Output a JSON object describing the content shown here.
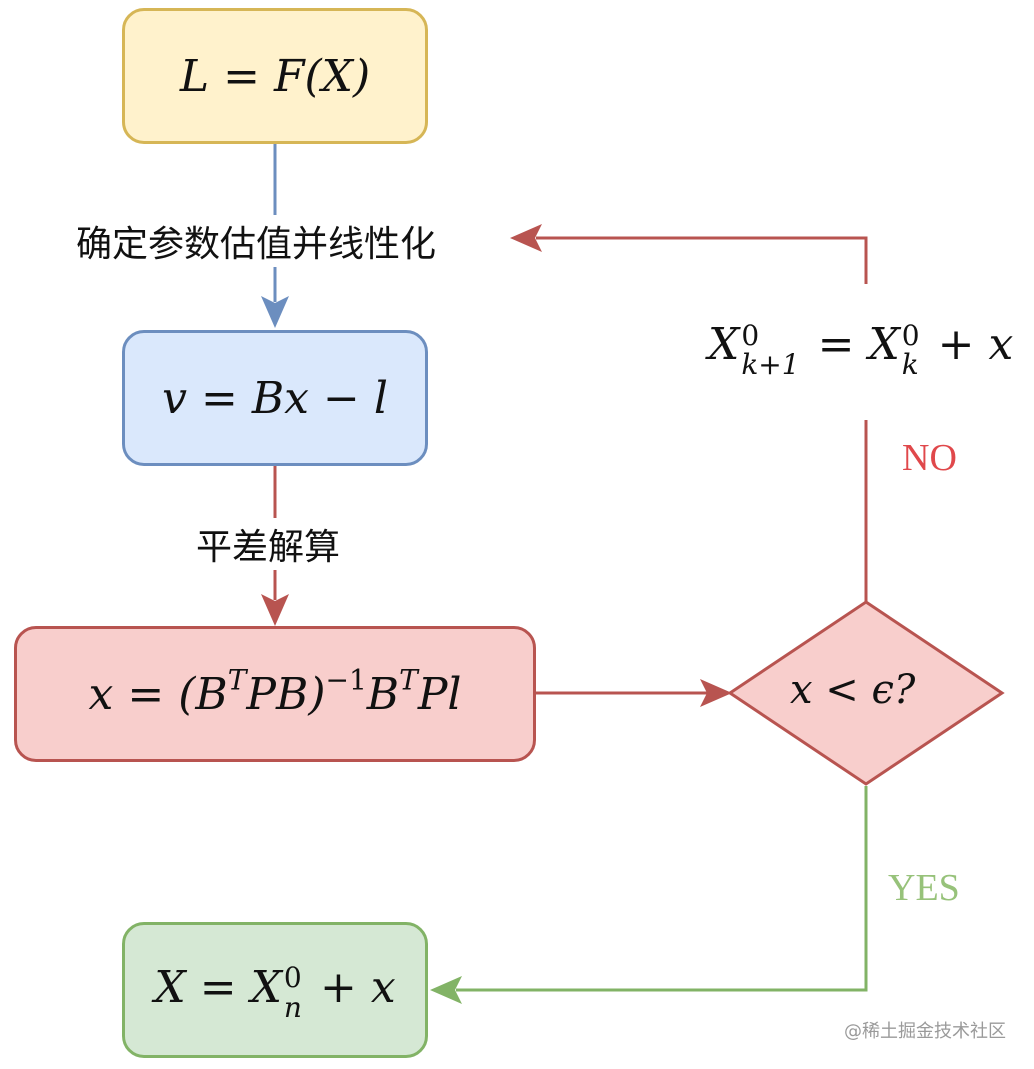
{
  "colors": {
    "yellow_fill": "#fff2cc",
    "yellow_stroke": "#d6b656",
    "blue_fill": "#dae8fc",
    "blue_stroke": "#6c8ebf",
    "red_fill": "#f8cecc",
    "red_stroke": "#b85450",
    "green_fill": "#d5e8d4",
    "green_stroke": "#82b366",
    "no_color": "#e0484b",
    "yes_color": "#97c27a"
  },
  "nodes": {
    "model": {
      "lhs": "L",
      "eq": "=",
      "rhs": "F(X)"
    },
    "error_eq": {
      "v": "v",
      "eq": "=",
      "rhs": "Bx",
      "minus": "−",
      "l": "l"
    },
    "solution": {
      "x": "x",
      "eq": "=",
      "open": "(B",
      "T1": "T",
      "mid": "PB)",
      "inv": "−1",
      "b2": "B",
      "T2": "T",
      "tail": "Pl"
    },
    "decision": {
      "text": "x < ϵ?"
    },
    "result": {
      "X": "X",
      "eq": "=",
      "X2": "X",
      "sup": "0",
      "sub": "n",
      "plus": "+",
      "x": "x"
    },
    "update": {
      "X1": "X",
      "sup1": "0",
      "sub1": "k+1",
      "eq": "=",
      "X2": "X",
      "sup2": "0",
      "sub2": "k",
      "plus": "+",
      "x": "x"
    }
  },
  "edge_labels": {
    "linearize": "确定参数估值并线性化",
    "adjust": "平差解算",
    "no": "NO",
    "yes": "YES"
  },
  "watermark": "@稀土掘金技术社区"
}
